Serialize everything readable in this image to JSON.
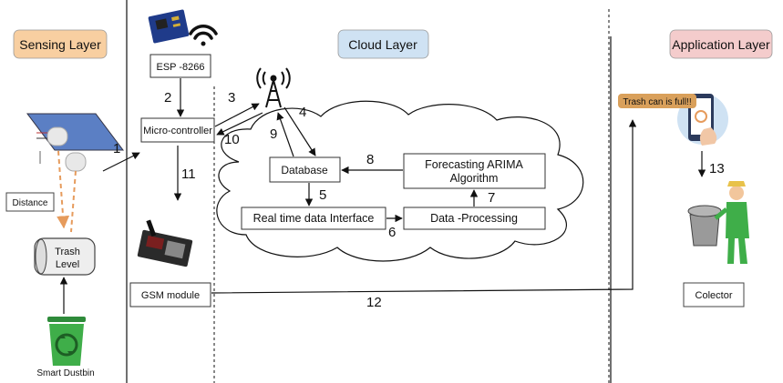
{
  "layers": {
    "sensing": "Sensing Layer",
    "cloud": "Cloud Layer",
    "application": "Application Layer"
  },
  "nodes": {
    "esp": "ESP -8266",
    "micro": "Micro-controller",
    "database": "Database",
    "forecast_line1": "Forecasting ARIMA",
    "forecast_line2": "Algorithm",
    "realtime": "Real time data Interface",
    "processing": "Data -Processing",
    "gsm": "GSM module",
    "distance": "Distance",
    "trash_line1": "Trash",
    "trash_line2": "Level",
    "dustbin": "Smart Dustbin",
    "notification": "Trash can is full!!",
    "collector": "Colector"
  },
  "steps": [
    "1",
    "2",
    "3",
    "4",
    "5",
    "6",
    "7",
    "8",
    "9",
    "10",
    "11",
    "12",
    "13"
  ],
  "colors": {
    "sensing_bg": "#f8cfa1",
    "cloud_bg": "#cfe2f3",
    "application_bg": "#f4cccc",
    "notification_bg": "#d9a05b",
    "trash_dashed": "#e69b5c",
    "dustbin_green": "#3fae49"
  }
}
